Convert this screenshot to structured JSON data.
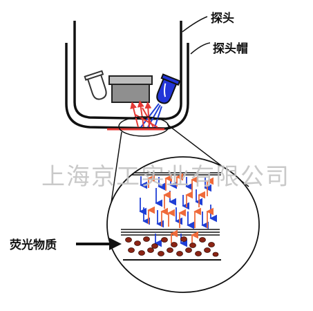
{
  "labels": {
    "probe": "探头",
    "probe_cap": "探头帽",
    "fluorescent_substance": "荧光物质"
  },
  "watermark": "上海京工实业有限公司",
  "colors": {
    "outline": "#111111",
    "red_light": "#e53935",
    "orange_arrow": "#ef6a3a",
    "blue_arrow": "#1f3fd6",
    "led_blue": "#2235d8",
    "sensor_gray": "#9a9a9a",
    "particle": "#8b2414"
  },
  "icons": {
    "led_white": "white-led-icon",
    "led_blue": "blue-led-icon",
    "photodetector": "photodetector-icon"
  }
}
